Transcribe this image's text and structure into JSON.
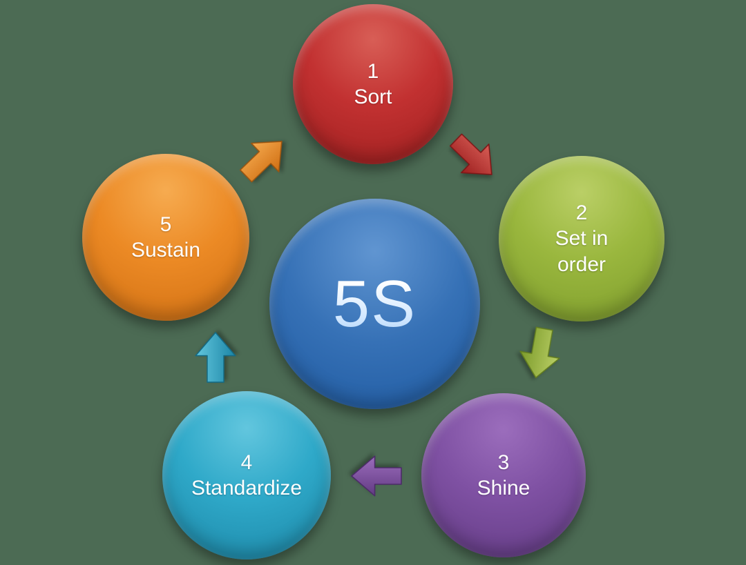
{
  "background_color": "#4c6b54",
  "diagram": {
    "name": "5S cycle diagram",
    "center": {
      "label": "5S",
      "color": "#3671b6"
    },
    "steps": [
      {
        "number": "1",
        "label": "Sort",
        "color": "#c23131"
      },
      {
        "number": "2",
        "label": "Set in order",
        "color": "#9ab73e"
      },
      {
        "number": "3",
        "label": "Shine",
        "color": "#7f51a3"
      },
      {
        "number": "4",
        "label": "Standardize",
        "color": "#2fa9c9"
      },
      {
        "number": "5",
        "label": "Sustain",
        "color": "#ec8a25"
      }
    ],
    "arrows": [
      {
        "name": "sustain-to-sort",
        "color": "#ec8a25"
      },
      {
        "name": "sort-to-set-in-order",
        "color": "#c23131"
      },
      {
        "name": "set-in-order-to-shine",
        "color": "#9ab73e"
      },
      {
        "name": "shine-to-standardize",
        "color": "#7f51a3"
      },
      {
        "name": "standardize-to-sustain",
        "color": "#2fa9c9"
      }
    ]
  }
}
